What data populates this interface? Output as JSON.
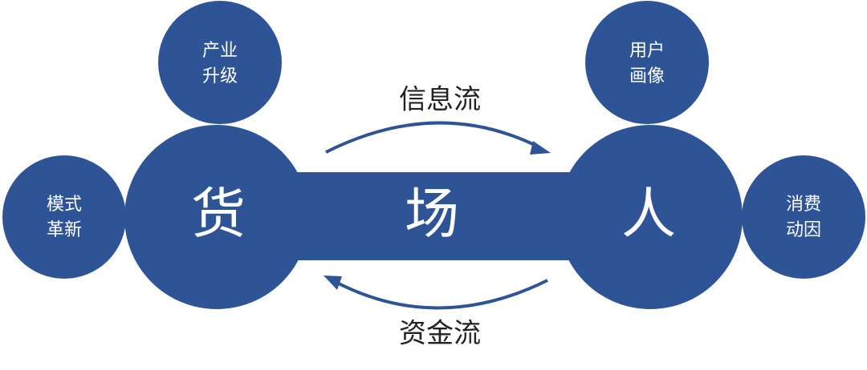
{
  "nodes": {
    "goods": {
      "label": "货"
    },
    "place": {
      "label": "场"
    },
    "people": {
      "label": "人"
    },
    "industry_upgrade": {
      "line1": "产业",
      "line2": "升级"
    },
    "model_innovation": {
      "line1": "模式",
      "line2": "革新"
    },
    "user_portrait": {
      "line1": "用户",
      "line2": "画像"
    },
    "consumer_motivation": {
      "line1": "消费",
      "line2": "动因"
    }
  },
  "flows": {
    "information": "信息流",
    "capital": "资金流"
  },
  "colors": {
    "primary": "#2e5496",
    "text_on_primary": "#ffffff",
    "flow_text": "#222222"
  }
}
